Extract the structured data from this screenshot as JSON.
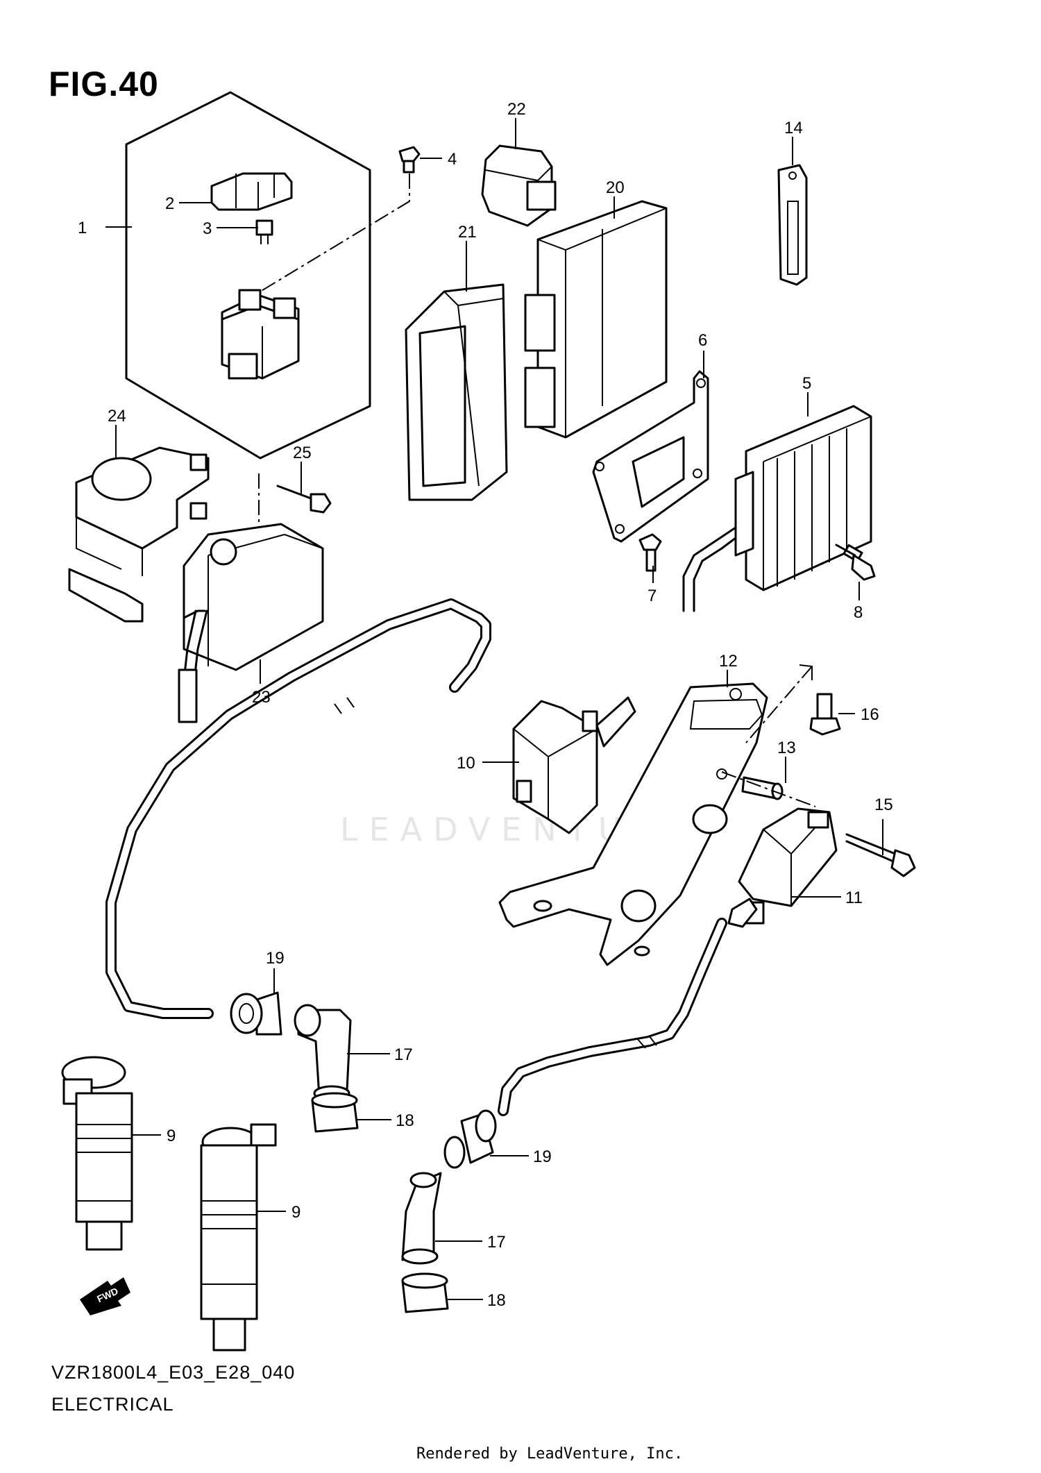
{
  "figure": {
    "title": "FIG.40",
    "model_code": "VZR1800L4_E03_E28_040",
    "section": "ELECTRICAL",
    "watermark": "LEADVENTURE",
    "credit": "Rendered by LeadVenture, Inc.",
    "fwd_label": "FWD"
  },
  "callouts": [
    "1",
    "2",
    "3",
    "4",
    "5",
    "6",
    "7",
    "8",
    "9",
    "9",
    "10",
    "11",
    "12",
    "13",
    "14",
    "15",
    "16",
    "17",
    "17",
    "18",
    "18",
    "19",
    "19",
    "20",
    "21",
    "22",
    "23",
    "24",
    "25"
  ]
}
